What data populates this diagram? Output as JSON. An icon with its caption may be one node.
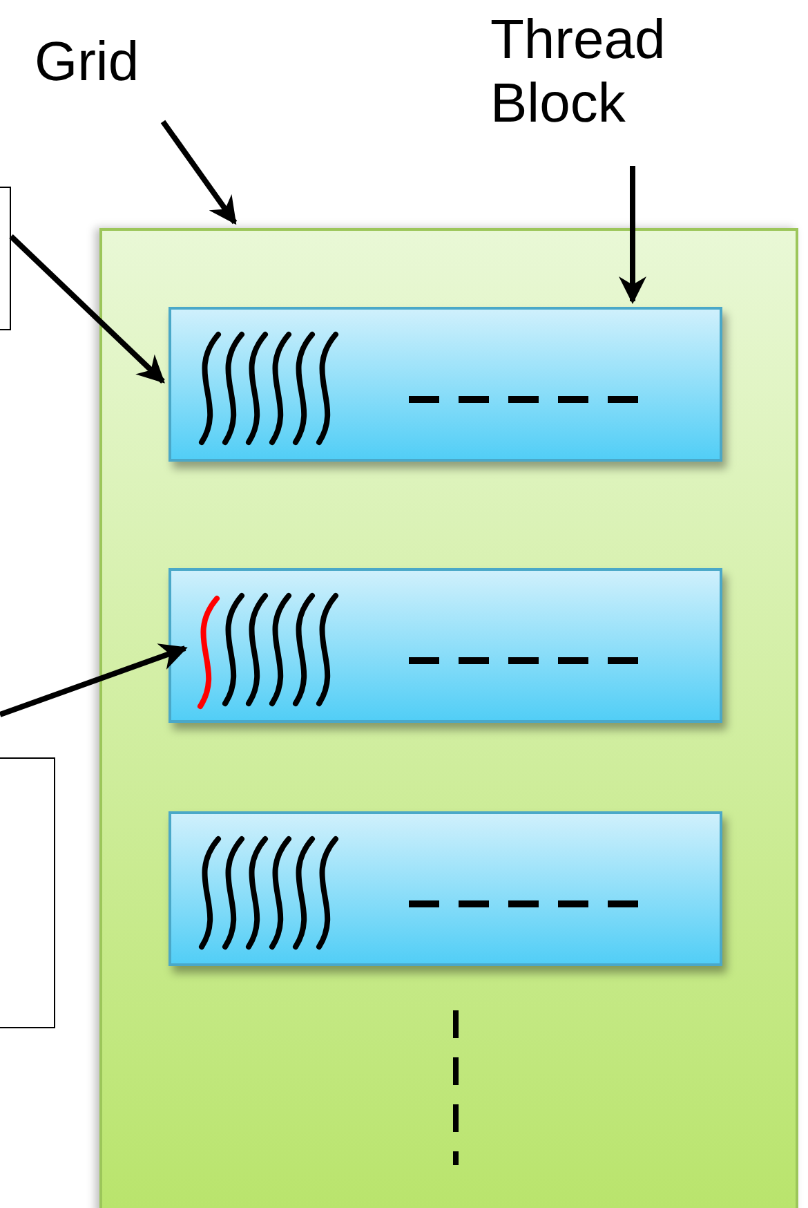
{
  "diagram": {
    "nodes": [
      {
        "text": [
          "Grid"
        ]
      },
      {
        "text": [
          "Thread Block"
        ]
      },
      {
        "text": [],
        "shape": "box"
      },
      {
        "text": [],
        "shape": "box"
      },
      {
        "text": [],
        "shape": "box",
        "in": 3
      },
      {
        "text": [],
        "shape": "box",
        "in": 3
      },
      {
        "text": [],
        "shape": "line",
        "in": 5
      },
      {
        "text": [],
        "shape": "box",
        "in": 3
      },
      {
        "text": [],
        "shape": "box"
      }
    ],
    "edges": [
      {
        "from": 0,
        "to": 3,
        "arrow": "to"
      },
      {
        "from": 1,
        "to": 4,
        "arrow": "to"
      },
      {
        "from": 2,
        "to": 4,
        "arrow": "to"
      },
      {
        "from": null,
        "to": 6,
        "arrow": "to"
      }
    ]
  }
}
